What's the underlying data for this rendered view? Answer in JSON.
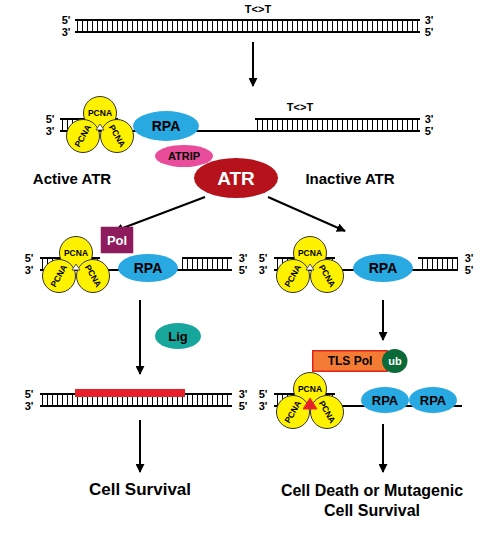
{
  "diagram": {
    "nodes": [
      {
        "text": [
          "PCNA",
          "PCNA",
          "PCNA"
        ]
      },
      {
        "text": [
          "RPA"
        ]
      },
      {
        "text": [
          "ATRIP"
        ]
      },
      {
        "text": [
          "ATR"
        ]
      },
      {
        "text": [
          "Pol"
        ]
      },
      {
        "text": [
          "PCNA",
          "PCNA",
          "PCNA"
        ]
      },
      {
        "text": [
          "RPA"
        ]
      },
      {
        "text": [
          "Lig"
        ]
      },
      {
        "text": [
          "PCNA",
          "PCNA",
          "PCNA"
        ]
      },
      {
        "text": [
          "RPA"
        ]
      },
      {
        "text": [
          "TLS Pol"
        ]
      },
      {
        "text": [
          "ub"
        ]
      },
      {
        "text": [
          "PCNA",
          "PCNA",
          "PCNA"
        ]
      },
      {
        "text": [
          "RPA"
        ]
      },
      {
        "text": [
          "RPA"
        ]
      }
    ],
    "labels": [
      "T<>T",
      "5'",
      "3'",
      "3'",
      "5'",
      "T<>T",
      "5'",
      "3'",
      "3'",
      "5'",
      "Active ATR",
      "Inactive ATR",
      "5'",
      "3'",
      "3'",
      "5'",
      "5'",
      "3'",
      "3'",
      "5'",
      "5'",
      "3'",
      "3'",
      "5'",
      "5'",
      "3'",
      "Cell Survival",
      "Cell Death or Mutagenic Cell Survival"
    ]
  }
}
